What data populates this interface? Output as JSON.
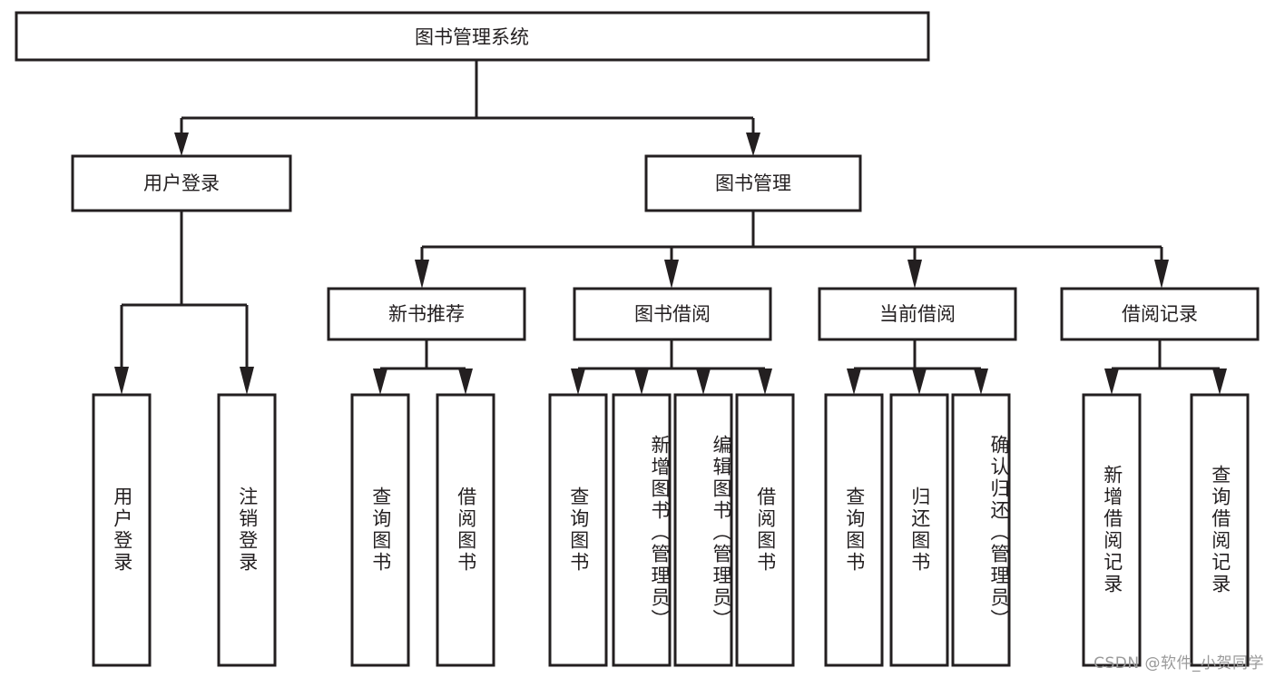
{
  "diagram": {
    "type": "tree",
    "title": "图书管理系统",
    "orientation": "top-down",
    "root": {
      "id": "root",
      "label": "图书管理系统",
      "level": 0
    },
    "level1": [
      {
        "id": "user-login",
        "label": "用户登录"
      },
      {
        "id": "book-management",
        "label": "图书管理"
      }
    ],
    "level2": [
      {
        "id": "new-book-recommend",
        "label": "新书推荐",
        "parent": "book-management"
      },
      {
        "id": "book-borrow",
        "label": "图书借阅",
        "parent": "book-management"
      },
      {
        "id": "current-borrow",
        "label": "当前借阅",
        "parent": "book-management"
      },
      {
        "id": "borrow-record",
        "label": "借阅记录",
        "parent": "book-management"
      }
    ],
    "leaves": [
      {
        "id": "leaf-user-login",
        "label": "用户登录",
        "parent": "user-login"
      },
      {
        "id": "leaf-logout-login",
        "label": "注销登录",
        "parent": "user-login"
      },
      {
        "id": "leaf-query-book-1",
        "label": "查询图书",
        "parent": "new-book-recommend"
      },
      {
        "id": "leaf-borrow-book-1",
        "label": "借阅图书",
        "parent": "new-book-recommend"
      },
      {
        "id": "leaf-query-book-2",
        "label": "查询图书",
        "parent": "book-borrow"
      },
      {
        "id": "leaf-add-book",
        "label": "新增图书（管理员）",
        "parent": "book-borrow"
      },
      {
        "id": "leaf-edit-book",
        "label": "编辑图书（管理员）",
        "parent": "book-borrow"
      },
      {
        "id": "leaf-borrow-book-2",
        "label": "借阅图书",
        "parent": "book-borrow"
      },
      {
        "id": "leaf-query-book-3",
        "label": "查询图书",
        "parent": "current-borrow"
      },
      {
        "id": "leaf-return-book",
        "label": "归还图书",
        "parent": "current-borrow"
      },
      {
        "id": "leaf-confirm-return",
        "label": "确认归还（管理员）",
        "parent": "current-borrow"
      },
      {
        "id": "leaf-add-record",
        "label": "新增借阅记录",
        "parent": "borrow-record"
      },
      {
        "id": "leaf-query-record",
        "label": "查询借阅记录",
        "parent": "borrow-record"
      }
    ],
    "colors": {
      "stroke": "#231f20",
      "fill": "#ffffff",
      "background": "#ffffff",
      "watermark": "#9a9a9a"
    }
  },
  "watermark": {
    "text": "CSDN @软件_小贺同学"
  }
}
